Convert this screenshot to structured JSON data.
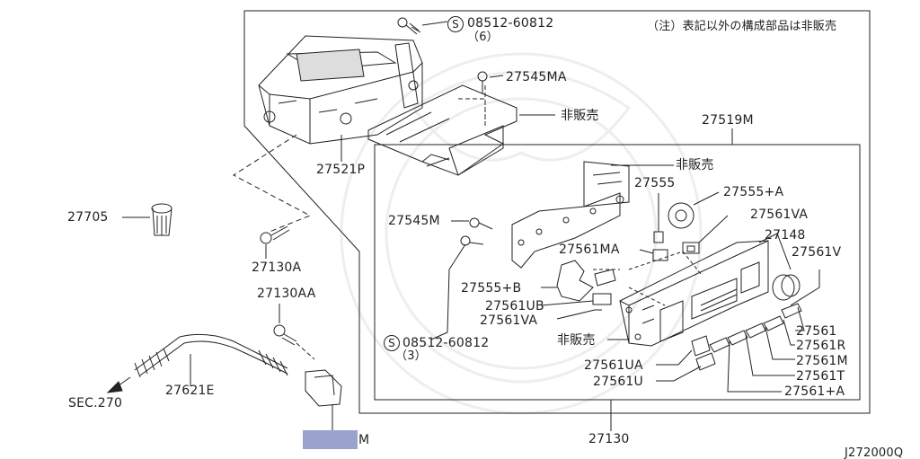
{
  "note": "（注）表記以外の構成部品は非販売",
  "labels": {
    "bolt_top_code": "08512-60812",
    "bolt_top_qty": "（6）",
    "bolt_bottom_code": "08512-60812",
    "bolt_bottom_qty": "（3）",
    "circle_s": "S",
    "p27545MA": "27545MA",
    "not_sold_1": "非販売",
    "not_sold_2": "非販売",
    "not_sold_3": "非販売",
    "p27519M": "27519M",
    "p27521P": "27521P",
    "p27705": "27705",
    "p27130A": "27130A",
    "p27130AA": "27130AA",
    "p27621E": "27621E",
    "sec270": "SEC.270",
    "p27555": "27555",
    "p27555A": "27555+A",
    "p27561VA_top": "27561VA",
    "p27545M": "27545M",
    "p27561MA": "27561MA",
    "p27148": "27148",
    "p27561V": "27561V",
    "p27555B": "27555+B",
    "p27561UB": "27561UB",
    "p27561VA_bottom": "27561VA",
    "p27561": "27561",
    "p27561R": "27561R",
    "p27561M": "27561M",
    "p27561T": "27561T",
    "p27561UA": "27561UA",
    "p27561U": "27561U",
    "p27561A2": "27561+A",
    "p27130": "27130",
    "redacted_suffix": "M",
    "diagram_code": "J272000Q"
  }
}
